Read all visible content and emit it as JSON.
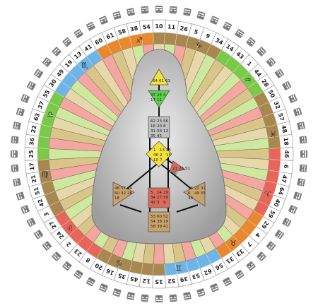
{
  "gates": [
    "10",
    "11",
    "26",
    "5",
    "9",
    "34",
    "14",
    "43",
    "1",
    "44",
    "28",
    "50",
    "32",
    "57",
    "48",
    "18",
    "46",
    "6",
    "47",
    "64",
    "40",
    "59",
    "29",
    "4",
    "7",
    "33",
    "31",
    "56",
    "62",
    "53",
    "39",
    "52",
    "15",
    "12",
    "45",
    "35",
    "16",
    "20",
    "8",
    "23",
    "2",
    "24",
    "27",
    "3",
    "42",
    "51",
    "21",
    "17",
    "25",
    "36",
    "22",
    "63",
    "37",
    "55",
    "30",
    "49",
    "19",
    "13",
    "41",
    "60",
    "61",
    "58",
    "38",
    "54"
  ],
  "zodiac_signs": [
    {
      "name": "capricorn",
      "glyph": "♑"
    },
    {
      "name": "aquarius",
      "glyph": "♒"
    },
    {
      "name": "pisces",
      "glyph": "♓"
    },
    {
      "name": "aries",
      "glyph": "♈"
    },
    {
      "name": "taurus",
      "glyph": "♉"
    },
    {
      "name": "gemini",
      "glyph": "♊"
    },
    {
      "name": "cancer",
      "glyph": "♋"
    },
    {
      "name": "leo",
      "glyph": "♌"
    },
    {
      "name": "virgo",
      "glyph": "♍"
    },
    {
      "name": "libra",
      "glyph": "♎"
    },
    {
      "name": "scorpio",
      "glyph": "♏"
    },
    {
      "name": "sagittarius",
      "glyph": "♐"
    }
  ],
  "centers": {
    "head": [
      "64",
      "61",
      "63"
    ],
    "ajna": [
      "47",
      "24",
      "4",
      "17",
      "11"
    ],
    "throat": [
      "62",
      "23",
      "56",
      "16",
      "20",
      "8",
      "31",
      "33",
      "12",
      "35",
      "45"
    ],
    "g": [
      "1",
      "13",
      "25",
      "46",
      "2",
      "15",
      "10",
      "7"
    ],
    "heart": [
      "21",
      "26",
      "51",
      "40"
    ],
    "spleen": [
      "48",
      "57",
      "44",
      "50",
      "32",
      "28",
      "18"
    ],
    "sacral": [
      "5",
      "14",
      "29",
      "34",
      "27",
      "59",
      "42",
      "3",
      "9"
    ],
    "solar_plexus": [
      "36",
      "22",
      "37",
      "6",
      "49",
      "55",
      "30"
    ],
    "root": [
      "53",
      "60",
      "52",
      "54",
      "38",
      "19",
      "58",
      "39",
      "41"
    ]
  },
  "colors": {
    "band_brown": "#a9884f",
    "band_red": "#e8655a",
    "band_green": "#7bc94a",
    "band_orange": "#e9892f",
    "band_blue": "#6fb4e6",
    "center_yellow": "#f2e23a",
    "center_red": "#d96a5c",
    "center_grey": "#bfbfbf",
    "center_green": "#5ccf4a",
    "body_grey": "#999999"
  }
}
